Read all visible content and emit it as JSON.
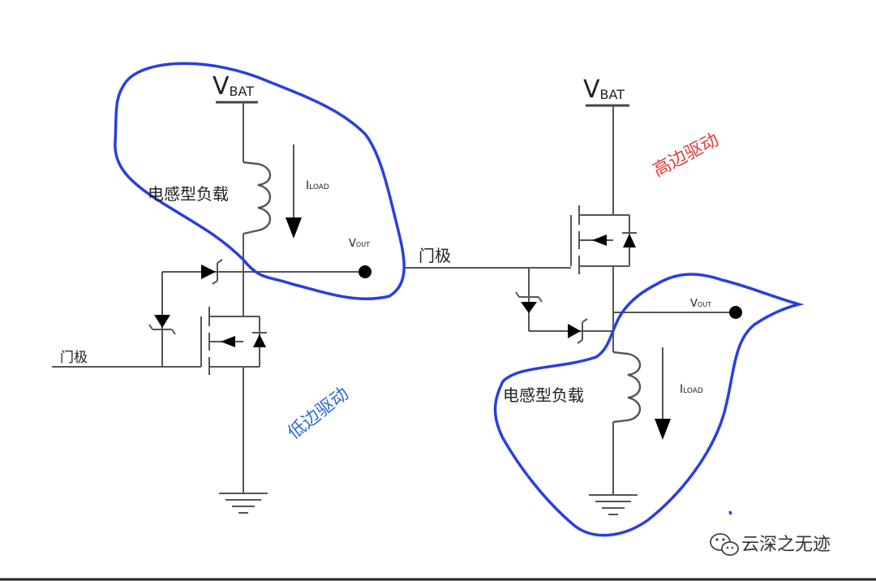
{
  "low_side": {
    "supply_main": "V",
    "supply_sub": "BAT",
    "load_label": "电感型负载",
    "current_main": "I",
    "current_sub": "LOAD",
    "out_main": "V",
    "out_sub": "OUT",
    "gate_label": "门极",
    "title": "低边驱动",
    "title_color": "#2d6ad8"
  },
  "high_side": {
    "supply_main": "V",
    "supply_sub": "BAT",
    "load_label": "电感型负载",
    "current_main": "I",
    "current_sub": "LOAD",
    "out_main": "V",
    "out_sub": "OUT",
    "gate_label": "门极",
    "title": "高边驱动",
    "title_color": "#e43b3b"
  },
  "annotation_color": "#2b3ee0",
  "watermark": {
    "icon": "wechat-icon",
    "text": "云深之无迹"
  }
}
